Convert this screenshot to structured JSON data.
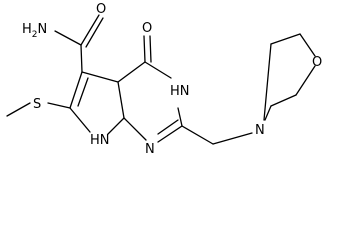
{
  "labels": {
    "amide_nh2": "H2N",
    "amide_o": "O",
    "keto_o": "O",
    "n3h": "NH",
    "n3h_h_prefix": "H",
    "n3h_n": "N",
    "n1": "N",
    "n7h": "NH",
    "morpholine_n": "N",
    "morpholine_o": "O",
    "sulfur": "S"
  }
}
